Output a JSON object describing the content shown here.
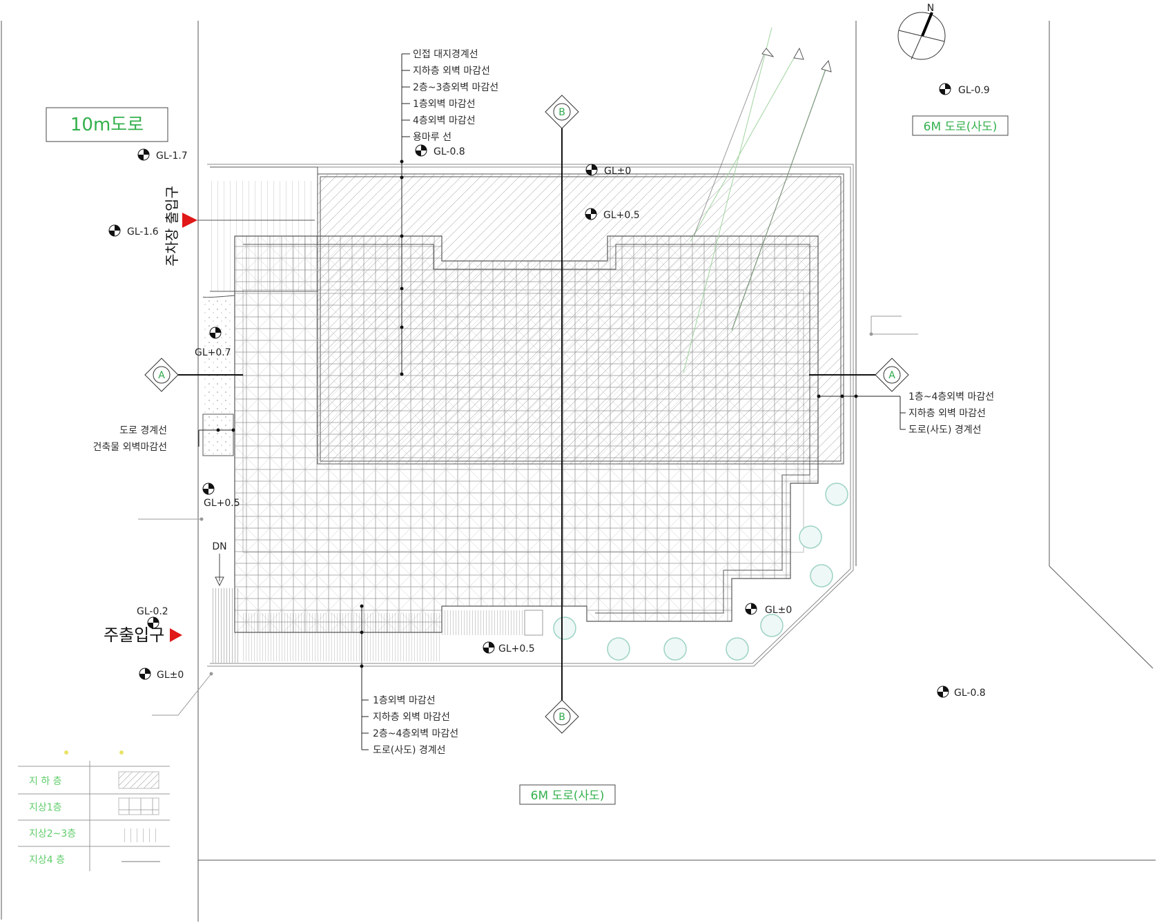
{
  "roads": {
    "west_label": "10m도로",
    "northeast_label": "6M 도로(사도)",
    "south_label": "6M 도로(사도)"
  },
  "entrances": {
    "parking": "주차장 출입구",
    "main": "주출입구"
  },
  "levels": {
    "gl_m17": "GL-1.7",
    "gl_m16": "GL-1.6",
    "gl_m08_top": "GL-0.8",
    "gl_0_top": "GL±0",
    "gl_p05_top": "GL+0.5",
    "gl_m09": "GL-0.9",
    "gl_p07": "GL+0.7",
    "gl_p05_left": "GL+0.5",
    "gl_m02": "GL-0.2",
    "gl_0_left": "GL±0",
    "gl_p05_bottom": "GL+0.5",
    "gl_0_right": "GL±0",
    "gl_m08_right": "GL-0.8"
  },
  "annotations": {
    "top": [
      "인접 대지경계선",
      "지하층 외벽 마감선",
      "2층~3층외벽 마감선",
      "1층외벽 마감선",
      "4층외벽 마감선",
      "용마루 선"
    ],
    "right": [
      "1층~4층외벽 마감선",
      "지하층 외벽 마감선",
      "도로(사도) 경계선"
    ],
    "left": [
      "도로 경계선",
      "건축물 외벽마감선"
    ],
    "bottom": [
      "1층외벽 마감선",
      "지하층 외벽 마감선",
      "2층~4층외벽 마감선",
      "도로(사도) 경계선"
    ]
  },
  "section_markers": [
    "B",
    "A",
    "A",
    "B"
  ],
  "stair_label": "DN",
  "compass_label": "N",
  "legend": {
    "rows": [
      {
        "label": "지 하 층"
      },
      {
        "label": "지상1층"
      },
      {
        "label": "지상2~3층"
      },
      {
        "label": "지상4 층"
      }
    ]
  }
}
